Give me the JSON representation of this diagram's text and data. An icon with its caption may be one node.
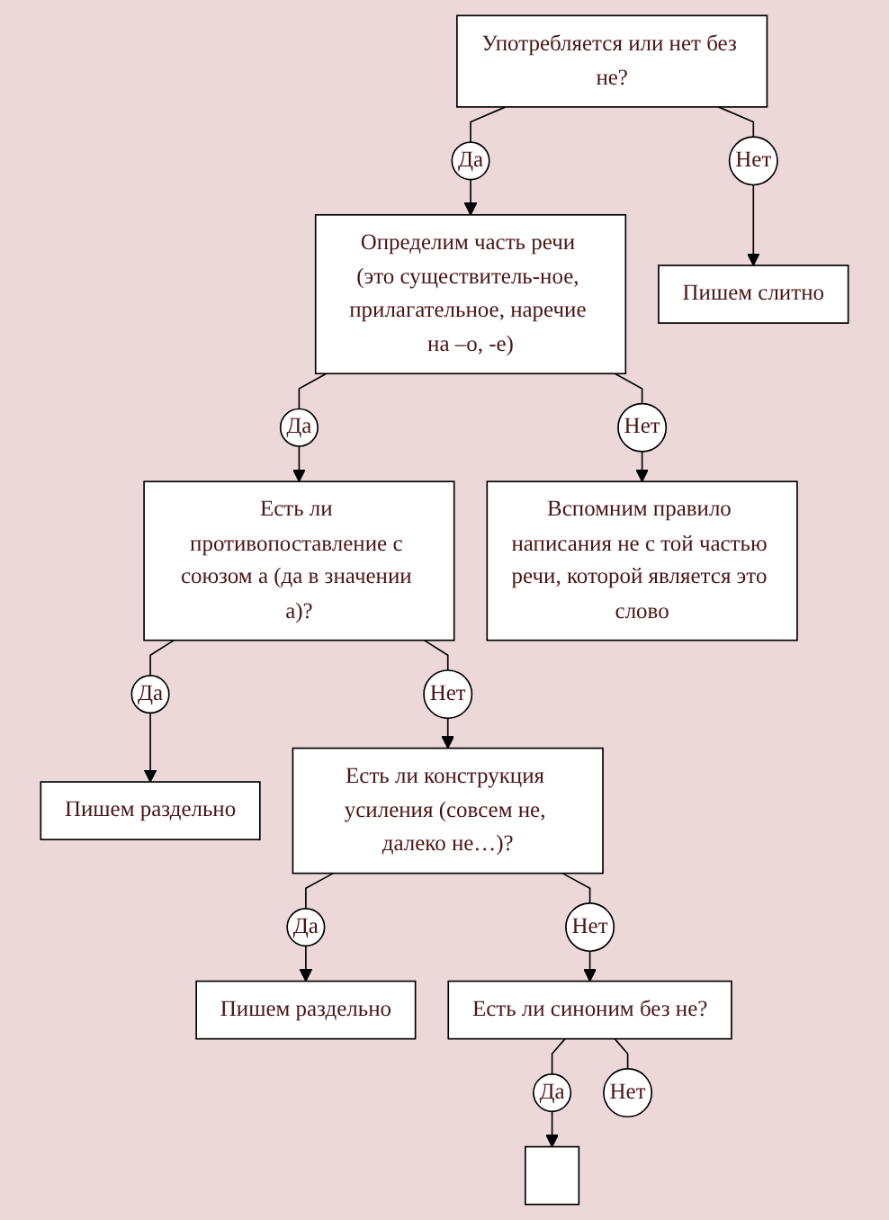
{
  "diagram": {
    "nodes": [
      {
        "text": [
          "Употребляется или нет без не?"
        ]
      },
      {
        "text": [
          "Да"
        ]
      },
      {
        "text": [
          "Определим часть речи (это существитель-ное, прилагательное, наречие на –о, -е)"
        ]
      },
      {
        "text": [
          "Нет"
        ]
      },
      {
        "text": [
          "Пишем слитно"
        ]
      },
      {
        "text": [
          "Да"
        ]
      },
      {
        "text": [
          "Есть ли противопоставление с союзом а (да в значении а)?"
        ]
      },
      {
        "text": [
          "Нет"
        ]
      },
      {
        "text": [
          "Вспомним правило написания не с той частью речи, которой является это слово"
        ]
      },
      {
        "text": [
          "Да"
        ]
      },
      {
        "text": [
          "Пишем раздельно"
        ]
      },
      {
        "text": [
          "Нет"
        ]
      },
      {
        "text": [
          "Есть ли конструкция усиления (совсем не, далеко не…)?"
        ]
      },
      {
        "text": [
          "Да"
        ]
      },
      {
        "text": [
          "Пишем раздельно"
        ]
      },
      {
        "text": [
          "Нет"
        ]
      },
      {
        "text": [
          "Есть ли синоним без не?"
        ]
      },
      {
        "text": [
          "Да"
        ]
      },
      {
        "text": [],
        "shape": "box"
      },
      {
        "text": [
          "Нет"
        ]
      }
    ],
    "edges": [
      {
        "from": 0,
        "to": 1,
        "arrow": "none"
      },
      {
        "from": 1,
        "to": 2,
        "arrow": "to"
      },
      {
        "from": 0,
        "to": 3,
        "arrow": "none"
      },
      {
        "from": 3,
        "to": 4,
        "arrow": "to"
      },
      {
        "from": 2,
        "to": 5,
        "arrow": "none"
      },
      {
        "from": 5,
        "to": 6,
        "arrow": "to"
      },
      {
        "from": 2,
        "to": 7,
        "arrow": "none"
      },
      {
        "from": 7,
        "to": 8,
        "arrow": "to"
      },
      {
        "from": 6,
        "to": 9,
        "arrow": "none"
      },
      {
        "from": 9,
        "to": 10,
        "arrow": "to"
      },
      {
        "from": 6,
        "to": 11,
        "arrow": "none"
      },
      {
        "from": 11,
        "to": 12,
        "arrow": "to"
      },
      {
        "from": 12,
        "to": 13,
        "arrow": "none"
      },
      {
        "from": 13,
        "to": 14,
        "arrow": "to"
      },
      {
        "from": 12,
        "to": 15,
        "arrow": "none"
      },
      {
        "from": 15,
        "to": 16,
        "arrow": "to"
      },
      {
        "from": 16,
        "to": 17,
        "arrow": "none"
      },
      {
        "from": 17,
        "to": 18,
        "arrow": "to"
      },
      {
        "from": 16,
        "to": 19,
        "arrow": "none"
      }
    ]
  }
}
